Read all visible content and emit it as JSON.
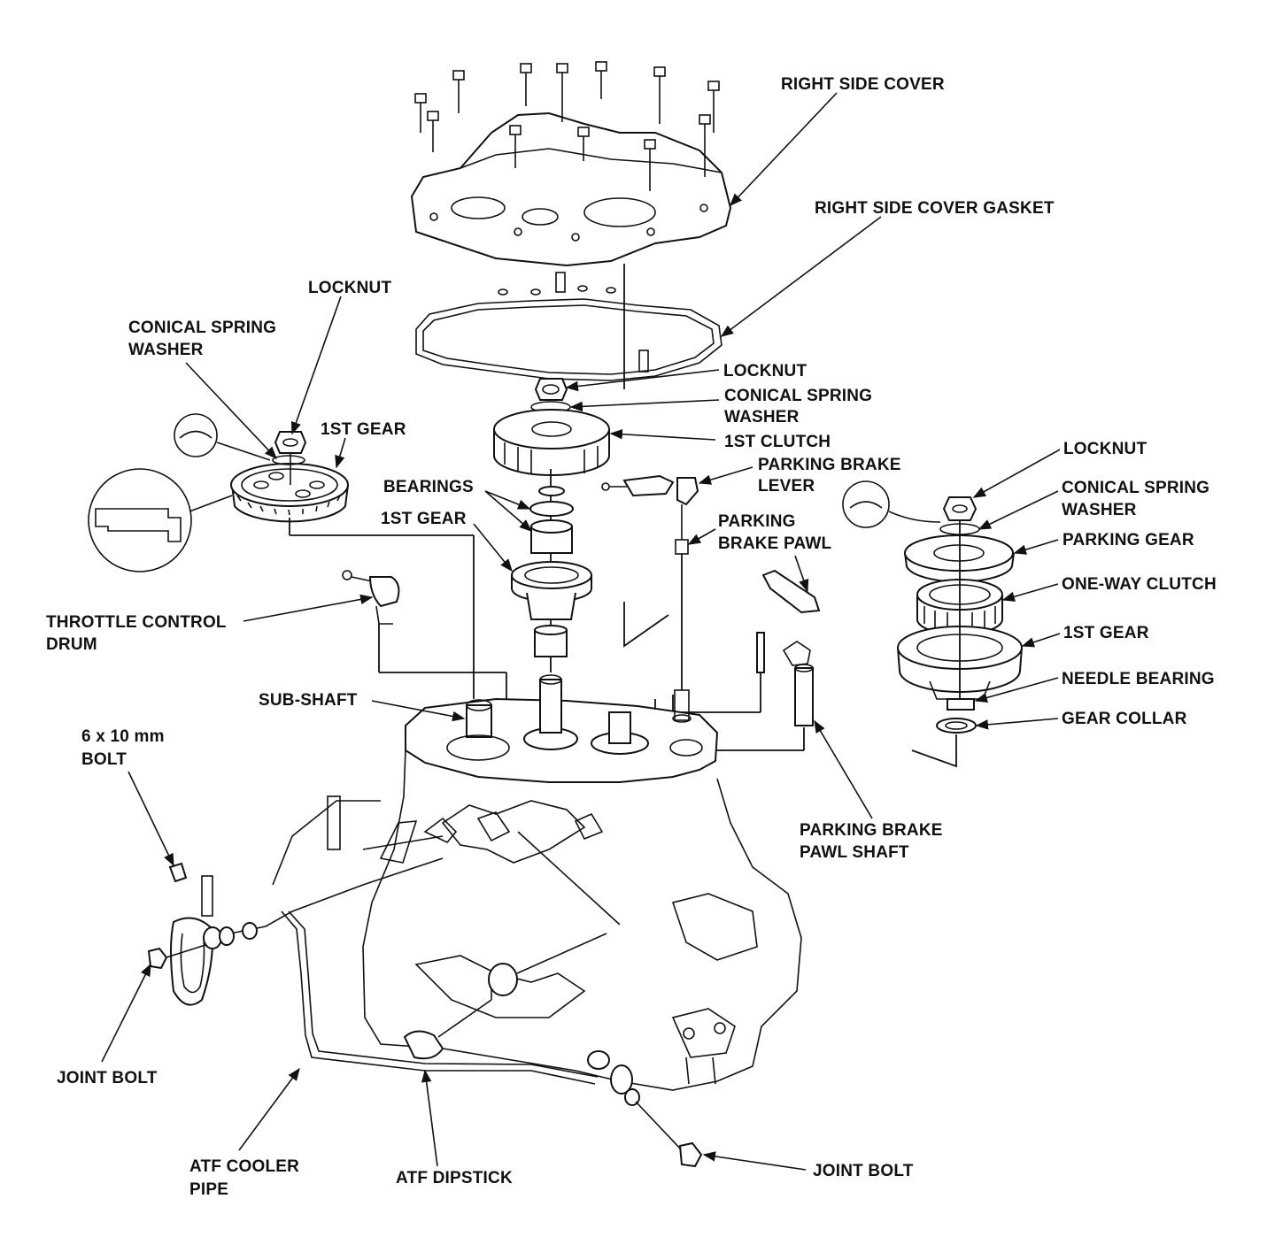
{
  "labels": {
    "right_side_cover": "RIGHT SIDE COVER",
    "right_side_cover_gasket": "RIGHT SIDE COVER GASKET",
    "locknut_left": "LOCKNUT",
    "conical_spring_left_1": "CONICAL SPRING",
    "conical_spring_left_2": "WASHER",
    "first_gear_left": "1ST GEAR",
    "locknut_center": "LOCKNUT",
    "conical_spring_center_1": "CONICAL SPRING",
    "conical_spring_center_2": "WASHER",
    "first_clutch": "1ST CLUTCH",
    "parking_brake_lever_1": "PARKING BRAKE",
    "parking_brake_lever_2": "LEVER",
    "bearings": "BEARINGS",
    "first_gear_center": "1ST GEAR",
    "parking_brake_pawl_1": "PARKING",
    "parking_brake_pawl_2": "BRAKE PAWL",
    "throttle_control_drum_1": "THROTTLE CONTROL",
    "throttle_control_drum_2": "DRUM",
    "sub_shaft": "SUB-SHAFT",
    "bolt_1": "6 x 10 mm",
    "bolt_2": "BOLT",
    "parking_brake_pawl_shaft_1": "PARKING BRAKE",
    "parking_brake_pawl_shaft_2": "PAWL SHAFT",
    "joint_bolt_left": "JOINT BOLT",
    "atf_cooler_pipe_1": "ATF COOLER",
    "atf_cooler_pipe_2": "PIPE",
    "atf_dipstick": "ATF DIPSTICK",
    "joint_bolt_right": "JOINT BOLT",
    "locknut_right": "LOCKNUT",
    "conical_spring_right_1": "CONICAL SPRING",
    "conical_spring_right_2": "WASHER",
    "parking_gear": "PARKING GEAR",
    "one_way_clutch": "ONE-WAY CLUTCH",
    "first_gear_right": "1ST GEAR",
    "needle_bearing": "NEEDLE BEARING",
    "gear_collar": "GEAR COLLAR"
  }
}
